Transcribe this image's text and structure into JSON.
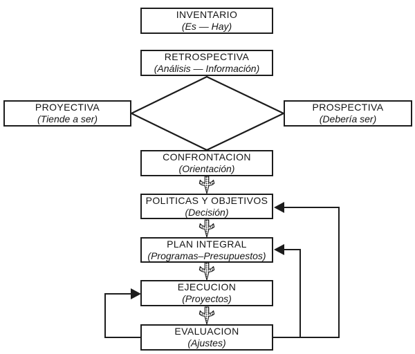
{
  "diagram": {
    "background_color": "#ffffff",
    "line_color": "#1c1c1c",
    "nodes": {
      "inventario": {
        "title": "INVENTARIO",
        "subtitle": "(Es — Hay)"
      },
      "retrospectiva": {
        "title": "RETROSPECTIVA",
        "subtitle": "(Análisis — Información)"
      },
      "proyectiva": {
        "title": "PROYECTIVA",
        "subtitle": "(Tiende a ser)"
      },
      "prospectiva": {
        "title": "PROSPECTIVA",
        "subtitle": "(Debería ser)"
      },
      "confrontacion": {
        "title": "CONFRONTACION",
        "subtitle": "(Orientación)"
      },
      "politicas": {
        "title": "POLITICAS Y OBJETIVOS",
        "subtitle": "(Decisión)"
      },
      "plan_integral": {
        "title": "PLAN INTEGRAL",
        "subtitle": "(Programas–Presupuestos)"
      },
      "ejecucion": {
        "title": "EJECUCION",
        "subtitle": "(Proyectos)"
      },
      "evaluacion": {
        "title": "EVALUACION",
        "subtitle": "(Ajustes)"
      }
    },
    "connectors": {
      "diamond": "decision junction linking RETROSPECTIVA, PROYECTIVA, PROSPECTIVA and CONFRONTACION",
      "feedback_right_outer": "EVALUACION to POLITICAS Y OBJETIVOS",
      "feedback_right_inner": "EVALUACION to PLAN INTEGRAL",
      "feedback_left": "EVALUACION to EJECUCION"
    }
  }
}
